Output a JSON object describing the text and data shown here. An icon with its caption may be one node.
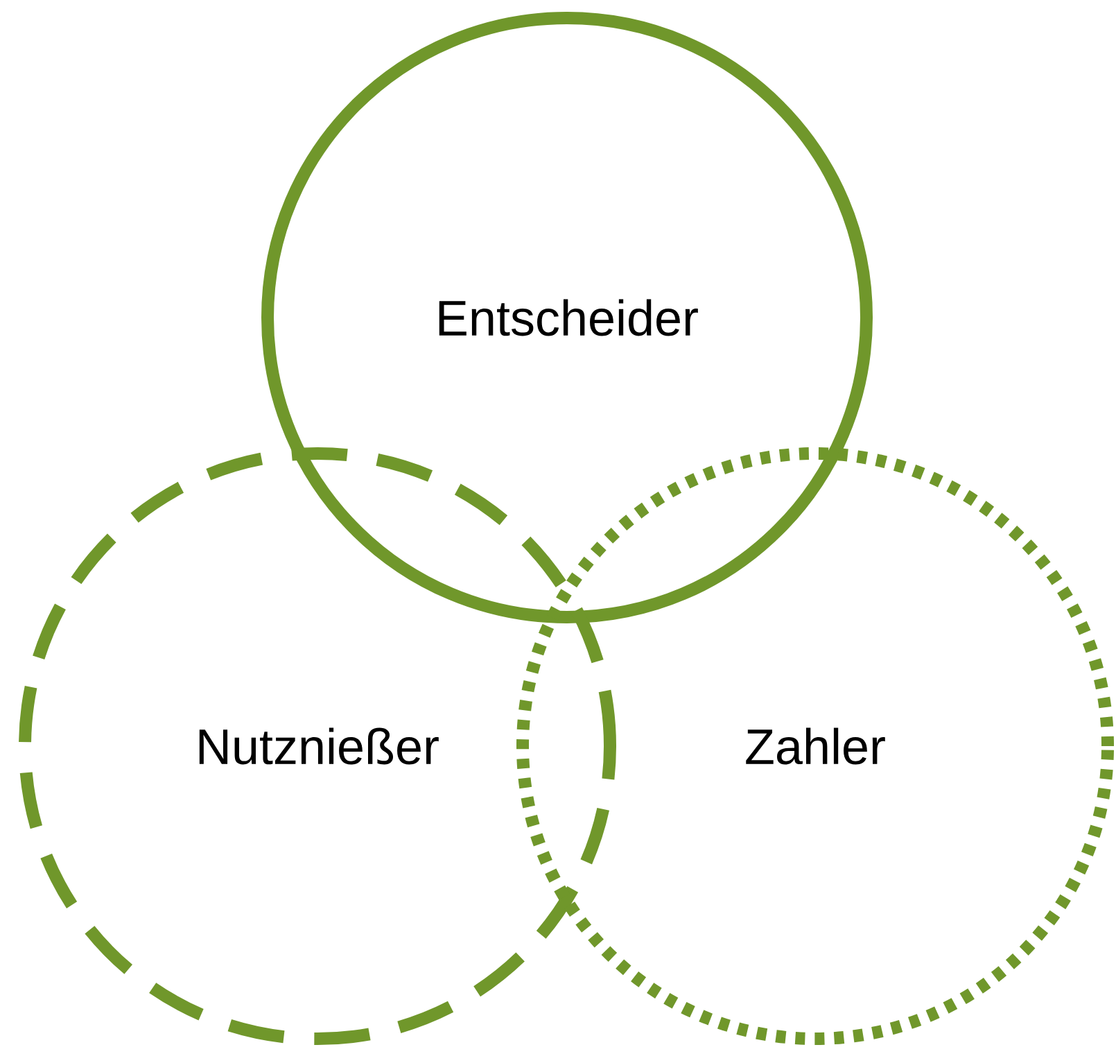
{
  "diagram": {
    "nodes": [
      {
        "text": [
          "Entscheider"
        ]
      },
      {
        "text": [
          "Nutznießer"
        ]
      },
      {
        "text": [
          "Zahler"
        ]
      }
    ]
  }
}
